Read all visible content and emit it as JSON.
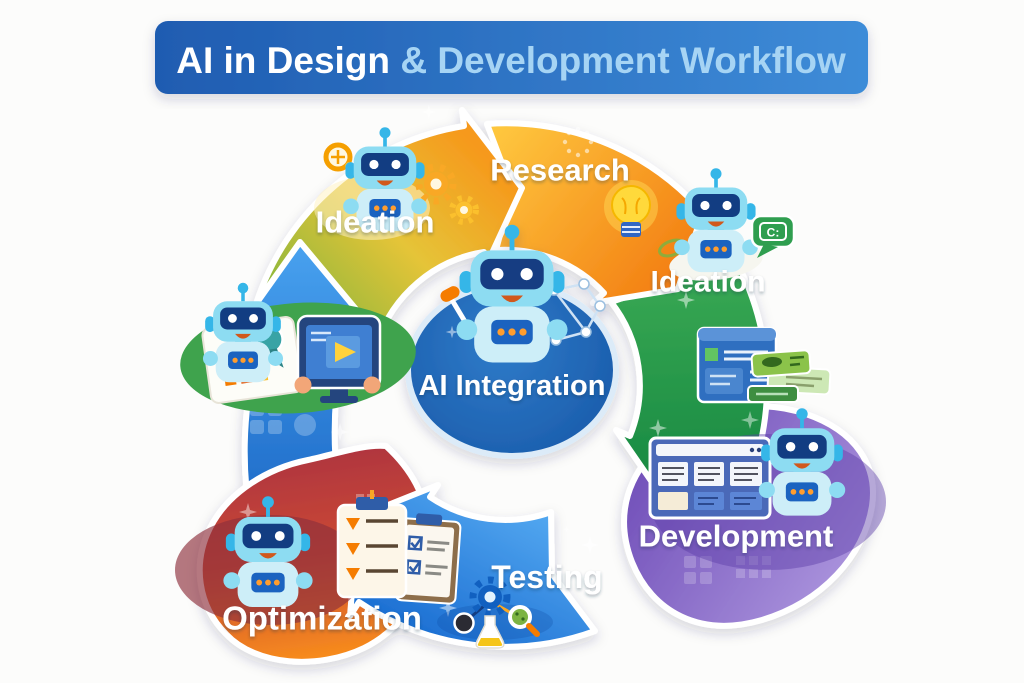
{
  "title": {
    "text_primary": "AI in Design",
    "text_secondary": " & Development Workflow",
    "bg_start": "#1f5cb1",
    "bg_end": "#3e8cd8"
  },
  "center": {
    "label": "AI Integration",
    "color_start": "#2f7bc9",
    "color_end": "#1a5cab"
  },
  "segments": [
    {
      "id": "ideation-top-left",
      "label": "Ideation",
      "color_start": "#7eb53c",
      "color_mid": "#e5c438",
      "color_end": "#f6991c"
    },
    {
      "id": "research",
      "label": "Research",
      "color_start": "#fec63e",
      "color_end": "#f2790f"
    },
    {
      "id": "ideation-right",
      "label": "Ideation",
      "color_start": "#3fae57",
      "color_end": "#188a42"
    },
    {
      "id": "development",
      "label": "Development",
      "color_start": "#6f4db8",
      "color_end": "#b09ae0"
    },
    {
      "id": "testing",
      "label": "Testing",
      "color_start": "#52a7f0",
      "color_end": "#1b6ed2"
    },
    {
      "id": "optimization",
      "label": "Optimization",
      "color_start": "#ae3440",
      "color_mid": "#cc4a33",
      "color_end": "#f98e1c"
    },
    {
      "id": "flow-up",
      "label": "",
      "color_start": "#47a0ee",
      "color_end": "#155fc0"
    }
  ],
  "icons": {
    "code_bubble_text": "C:"
  }
}
